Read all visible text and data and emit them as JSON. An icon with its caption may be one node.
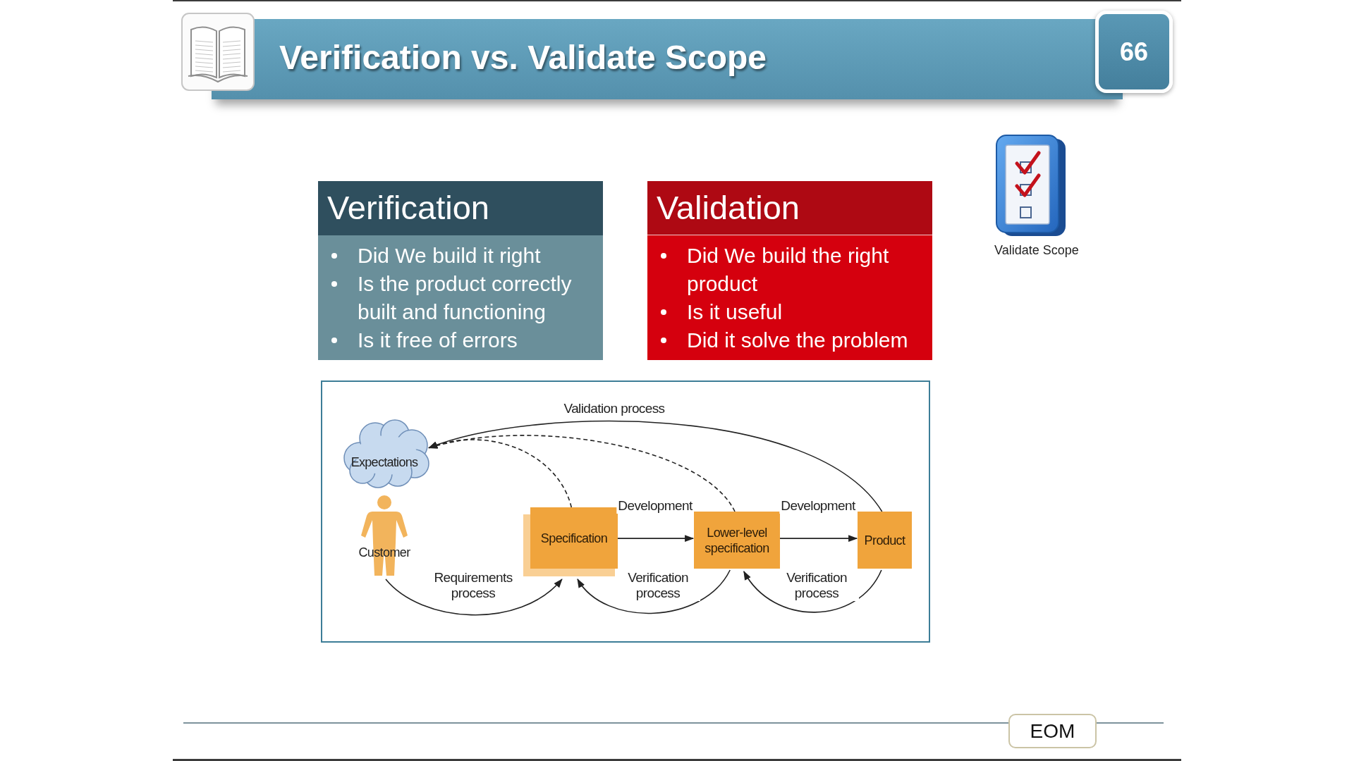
{
  "diagram": {
    "title": "Verification vs. Validate Scope",
    "nodes": [
      {
        "text": [
          "66"
        ]
      },
      {
        "text": [
          "Verification",
          "Did We build it right",
          "Is the product correctly built and functioning",
          "Is it free of errors"
        ]
      },
      {
        "text": [
          "Validation",
          "Did We build the right product",
          "Is it useful",
          "Did it solve the problem"
        ]
      },
      {
        "text": [],
        "shape": "box"
      },
      {
        "text": [
          "Expectations"
        ],
        "in": 3
      },
      {
        "text": [
          "Customer"
        ],
        "in": 3
      },
      {
        "text": [
          "Specification"
        ],
        "in": 3
      },
      {
        "text": [
          "Lower-level specification"
        ],
        "in": 3
      },
      {
        "text": [
          "Product"
        ],
        "in": 3
      },
      {
        "text": [
          "EOM"
        ]
      }
    ],
    "edges": [
      {
        "from": 6,
        "to": 7,
        "arrow": "to",
        "label": "Development"
      },
      {
        "from": 7,
        "to": 8,
        "arrow": "to",
        "label": "Development"
      },
      {
        "from": 8,
        "to": 4,
        "arrow": "to",
        "label": "Validation process"
      },
      {
        "from": 6,
        "to": 4,
        "arrow": "to",
        "style": "dashed"
      },
      {
        "from": 7,
        "to": 4,
        "arrow": "to",
        "style": "dashed"
      },
      {
        "from": 5,
        "to": 6,
        "arrow": "to",
        "label": "Requirements process"
      },
      {
        "from": 7,
        "to": 6,
        "arrow": "to",
        "label": "Verification process"
      },
      {
        "from": 8,
        "to": 7,
        "arrow": "to",
        "label": "Verification process"
      }
    ],
    "labels": [
      "Validate Scope"
    ]
  }
}
